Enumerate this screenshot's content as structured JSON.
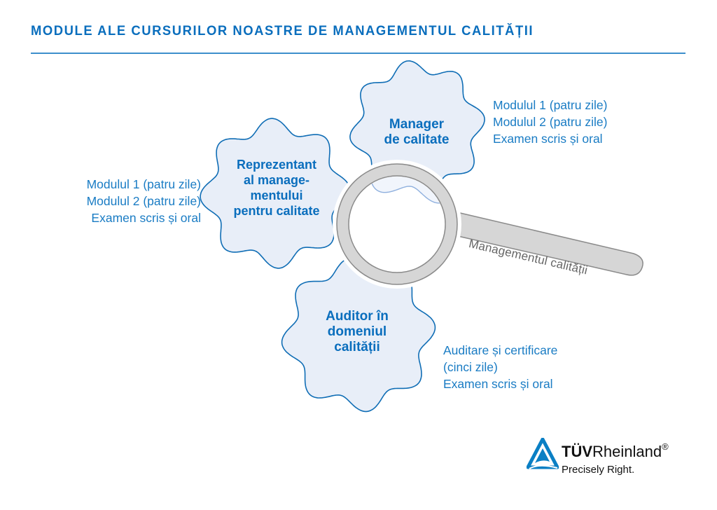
{
  "header": {
    "title": "MODULE ALE CURSURILOR NOASTRE DE MANAGEMENTUL CALITĂȚII"
  },
  "gears": [
    {
      "id": "manager",
      "label_lines": [
        "Manager",
        "de calitate"
      ]
    },
    {
      "id": "representative",
      "label_lines": [
        "Reprezentant",
        "al manage-",
        "mentului",
        "pentru calitate"
      ]
    },
    {
      "id": "auditor",
      "label_lines": [
        "Auditor în",
        "domeniul",
        "calității"
      ]
    }
  ],
  "details": {
    "manager": [
      "Modulul 1 (patru zile)",
      "Modulul 2 (patru zile)",
      "Examen scris și oral"
    ],
    "representative": [
      "Modulul 1 (patru zile)",
      "Modulul 2 (patru zile)",
      "Examen scris și oral"
    ],
    "auditor": [
      "Auditare și certificare",
      "(cinci zile)",
      "Examen scris și oral"
    ]
  },
  "magnifier": {
    "handle_label": "Managementul calității",
    "icon": "magnifier-icon"
  },
  "colors": {
    "brand_blue": "#0a6ebd",
    "text_blue": "#1a7cc4",
    "gear_fill": "#e8eef8",
    "gear_stroke": "#0f6db5",
    "lens_gray": "#d6d6d6"
  },
  "logo": {
    "brand_bold": "TÜV",
    "brand_regular": "Rheinland",
    "registered": "®",
    "tagline": "Precisely Right.",
    "icon": "tuv-triangle-icon"
  }
}
